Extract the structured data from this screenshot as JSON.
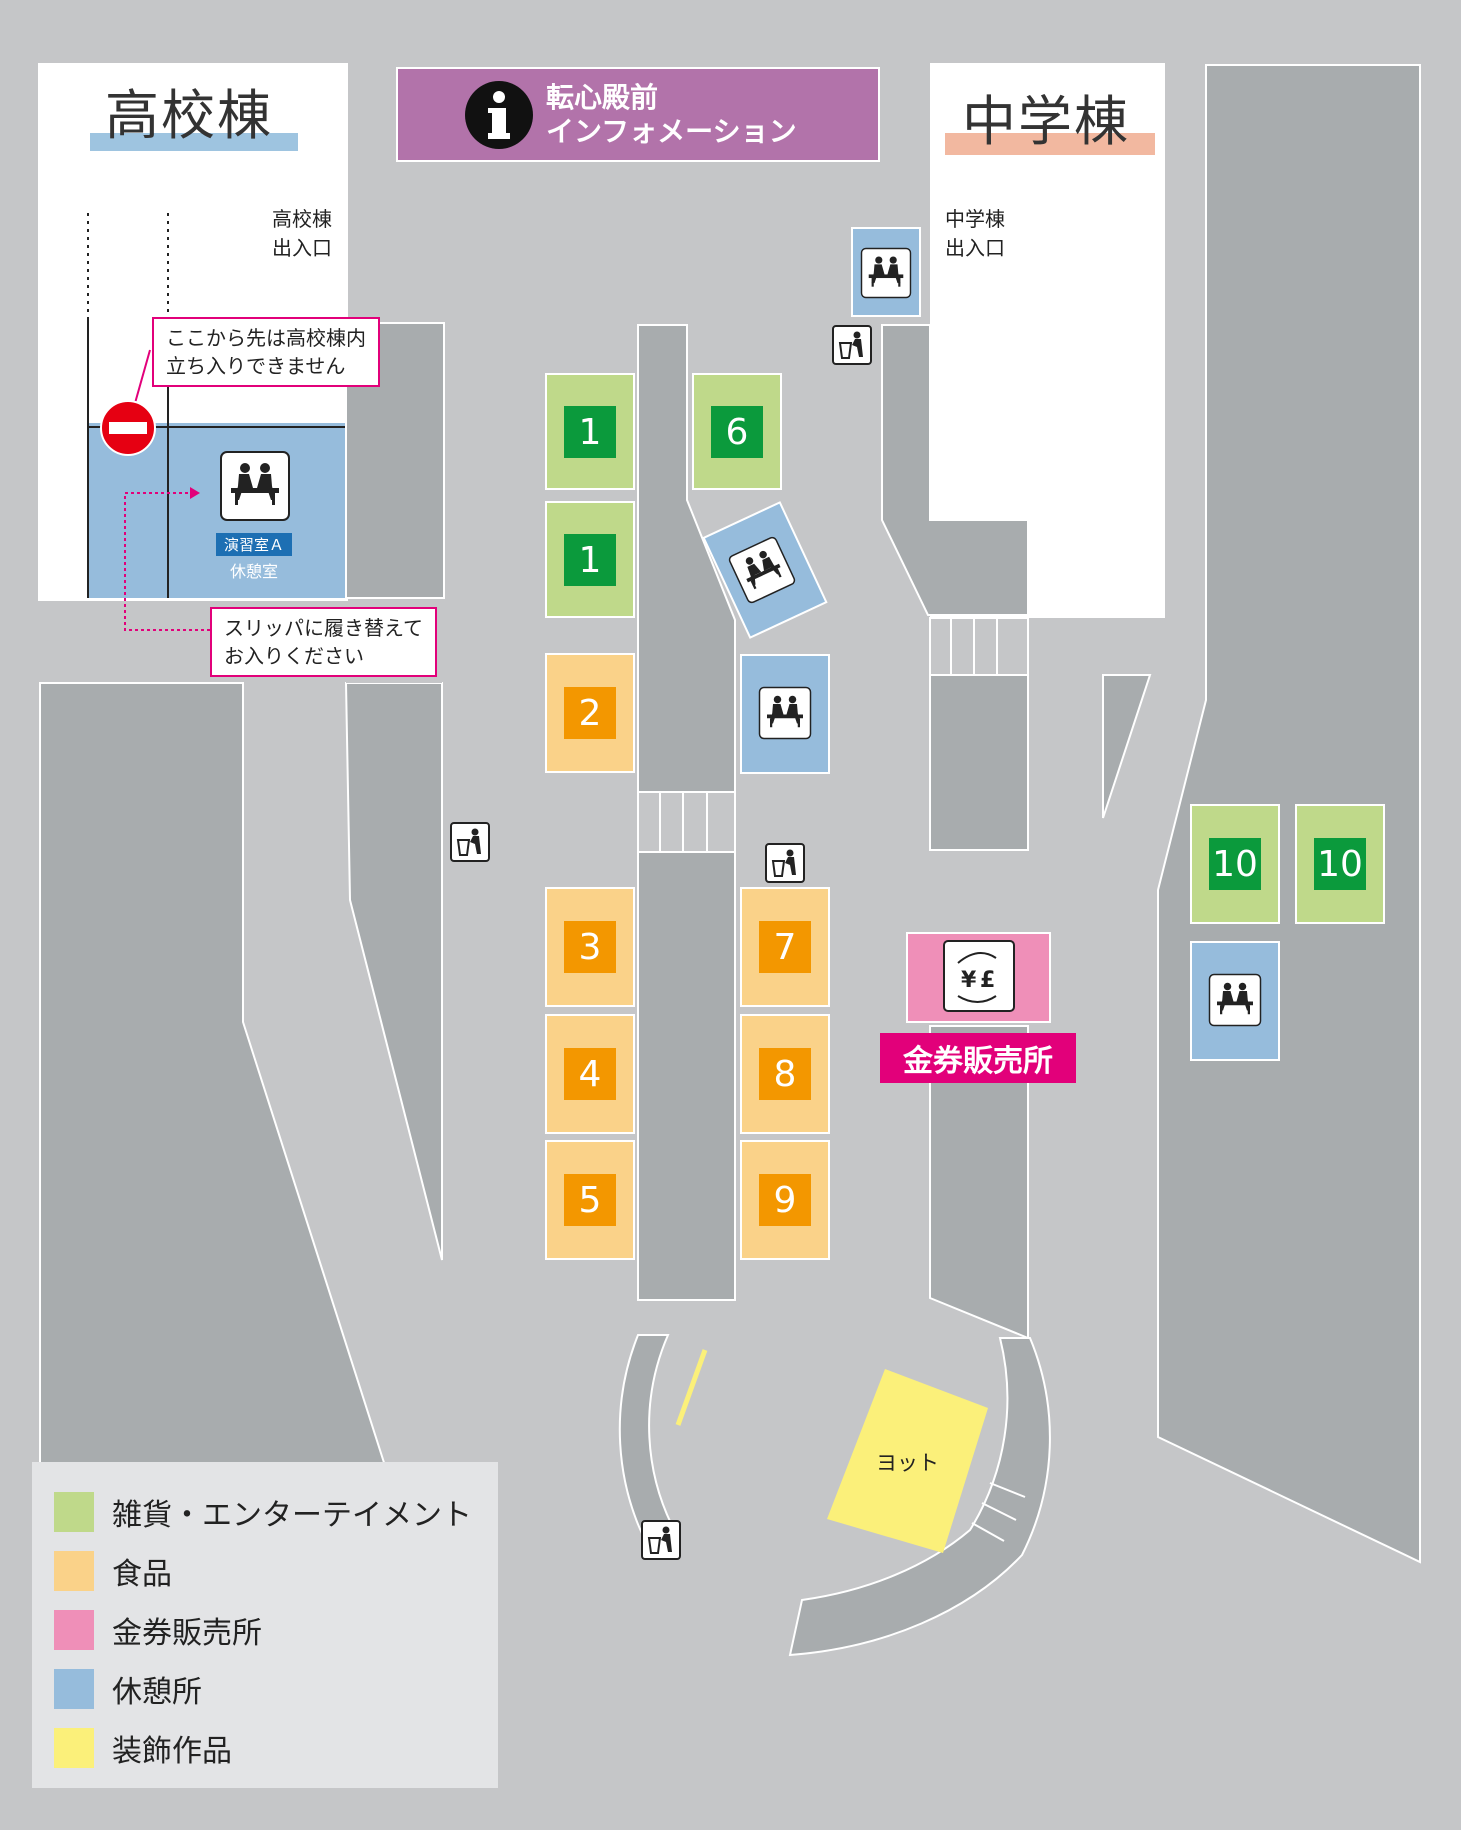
{
  "buildings": {
    "high_school": {
      "name": "高校棟",
      "entrance": "高校棟\n出入口",
      "underline_color": "#9ec4e0"
    },
    "middle_school": {
      "name": "中学棟",
      "entrance": "中学棟\n出入口",
      "underline_color": "#f2b8a0"
    }
  },
  "info": {
    "label": "転心殿前\nインフォメーション",
    "icon": "information-icon",
    "color": "#b273aa"
  },
  "callouts": {
    "no_entry": "ここから先は高校棟内\n立ち入りできません",
    "slippers": "スリッパに履き替えて\nお入りください"
  },
  "rest_room": {
    "name": "演習室Ａ",
    "sub": "休憩室"
  },
  "booths": [
    {
      "label": "1",
      "category": "goods"
    },
    {
      "label": "1",
      "category": "goods"
    },
    {
      "label": "6",
      "category": "goods"
    },
    {
      "label": "2",
      "category": "food"
    },
    {
      "label": "3",
      "category": "food"
    },
    {
      "label": "4",
      "category": "food"
    },
    {
      "label": "5",
      "category": "food"
    },
    {
      "label": "7",
      "category": "food"
    },
    {
      "label": "8",
      "category": "food"
    },
    {
      "label": "9",
      "category": "food"
    },
    {
      "label": "10",
      "category": "goods"
    },
    {
      "label": "10",
      "category": "goods"
    }
  ],
  "ticket_booth": {
    "label": "金券販売所",
    "icon": "yen-exchange-icon"
  },
  "decoration": {
    "label": "ヨット"
  },
  "icons": {
    "rest": "bench-icon",
    "trash": "trash-can-icon",
    "no_entry": "no-entry-icon"
  },
  "legend": [
    {
      "label": "雑貨・エンターテイメント",
      "color": "#bfd98a"
    },
    {
      "label": "食品",
      "color": "#fad289"
    },
    {
      "label": "金券販売所",
      "color": "#ef8fb8"
    },
    {
      "label": "休憩所",
      "color": "#96bcdc"
    },
    {
      "label": "装飾作品",
      "color": "#fbf07a"
    }
  ],
  "colors": {
    "background": "#c5c6c8",
    "building": "#a8acae",
    "booth_number_green": "#0b9a3c",
    "booth_number_orange": "#f39700",
    "ticket_label": "#e2007a"
  }
}
